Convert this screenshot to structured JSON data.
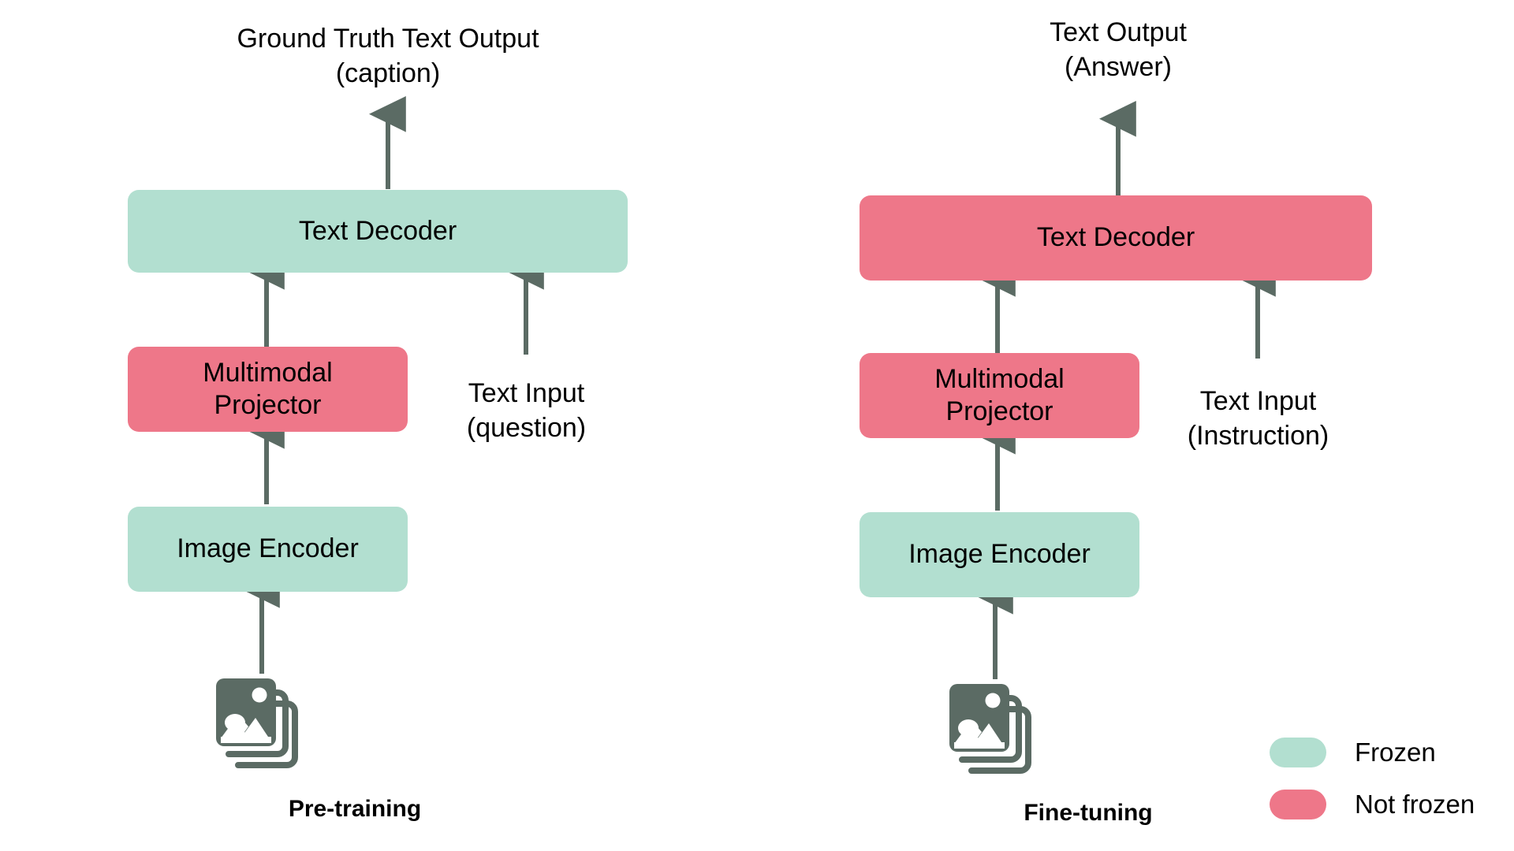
{
  "diagram": {
    "title_semantics": "Vision-language model training pipeline: pre-training vs fine-tuning",
    "colors": {
      "frozen": "#b2dfd0",
      "not_frozen": "#ee7789",
      "arrow": "#5b6b64",
      "icon": "#5b6b64",
      "text": "#000000",
      "background": "#ffffff"
    }
  },
  "panels": [
    {
      "id": "pre-training",
      "stage_label": "Pre-training",
      "output_label": "Ground Truth Text Output\n(caption)",
      "text_input_label": "Text Input\n(question)",
      "blocks": [
        {
          "id": "text-decoder",
          "label": "Text Decoder",
          "state": "frozen"
        },
        {
          "id": "multimodal-projector",
          "label": "Multimodal\nProjector",
          "state": "not_frozen"
        },
        {
          "id": "image-encoder",
          "label": "Image Encoder",
          "state": "frozen"
        }
      ],
      "image_input": "image-stack-icon"
    },
    {
      "id": "fine-tuning",
      "stage_label": "Fine-tuning",
      "output_label": "Text Output\n(Answer)",
      "text_input_label": "Text Input\n(Instruction)",
      "blocks": [
        {
          "id": "text-decoder",
          "label": "Text Decoder",
          "state": "not_frozen"
        },
        {
          "id": "multimodal-projector",
          "label": "Multimodal\nProjector",
          "state": "not_frozen"
        },
        {
          "id": "image-encoder",
          "label": "Image Encoder",
          "state": "frozen"
        }
      ],
      "image_input": "image-stack-icon"
    }
  ],
  "legend": {
    "items": [
      {
        "label": "Frozen",
        "color": "#b2dfd0"
      },
      {
        "label": "Not frozen",
        "color": "#ee7789"
      }
    ]
  }
}
